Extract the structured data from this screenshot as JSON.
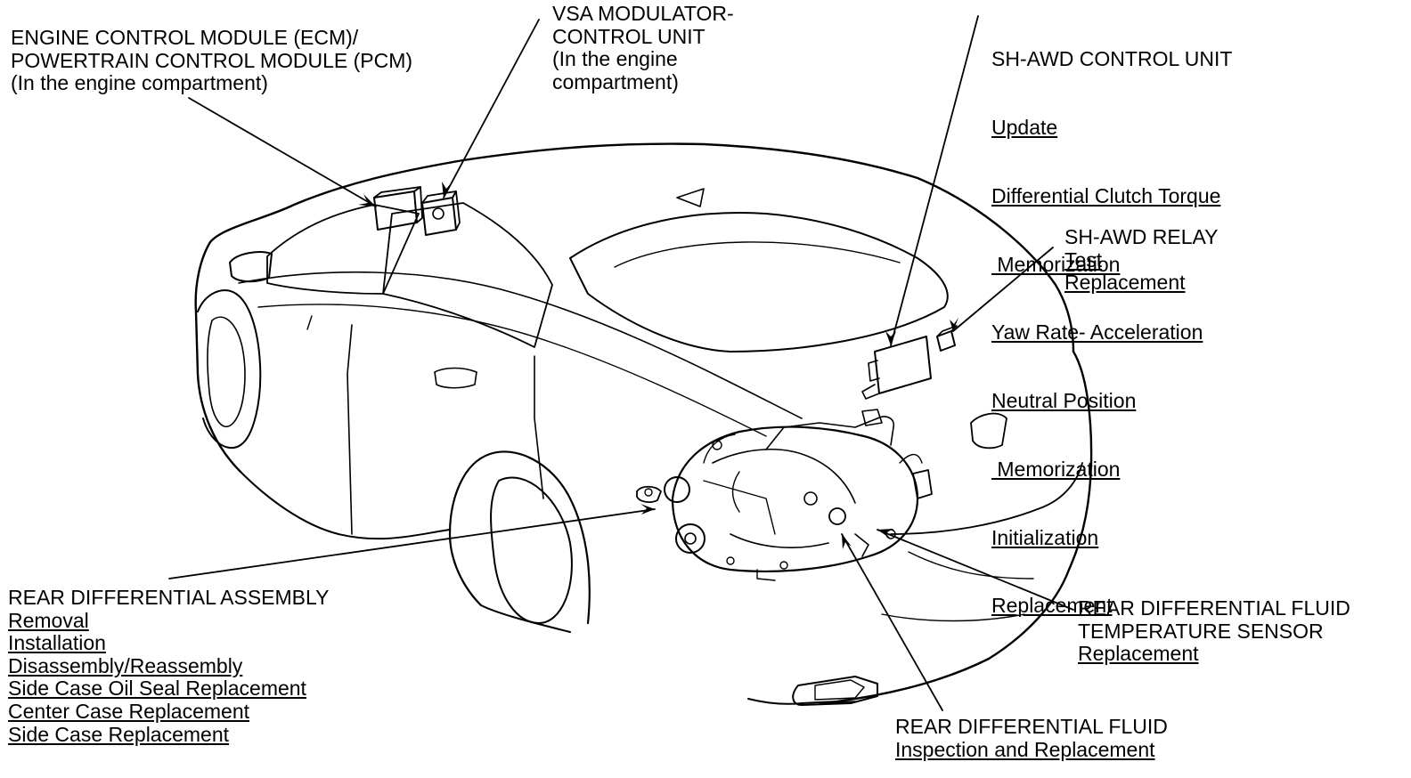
{
  "diagram": {
    "ink_color": "#000000",
    "background_color": "#ffffff",
    "components": [
      "engine-control-module-icon",
      "vsa-modulator-icon",
      "sh-awd-control-unit-icon",
      "sh-awd-relay-icon",
      "rear-differential-assembly-icon"
    ]
  },
  "callouts": {
    "ecm": {
      "title_line1": "ENGINE CONTROL MODULE (ECM)/",
      "title_line2": "POWERTRAIN CONTROL MODULE (PCM)",
      "note": "(In the engine compartment)"
    },
    "vsa": {
      "title_line1": "VSA MODULATOR-",
      "title_line2": "CONTROL UNIT",
      "note_line1": "(In the engine",
      "note_line2": "compartment)"
    },
    "sh_awd_control_unit": {
      "title": "SH-AWD CONTROL UNIT",
      "links": [
        "Update",
        "Differential Clutch Torque",
        " Memorization",
        "Yaw Rate- Acceleration",
        "Neutral Position",
        " Memorization",
        "Initialization",
        "Replacement"
      ]
    },
    "sh_awd_relay": {
      "title": "SH-AWD RELAY",
      "links": [
        "Test",
        "Replacement"
      ]
    },
    "rear_differential_assembly": {
      "title": "REAR DIFFERENTIAL ASSEMBLY",
      "links": [
        "Removal",
        "Installation",
        "Disassembly/Reassembly",
        "Side Case Oil Seal Replacement",
        "Center Case Replacement",
        "Side Case Replacement"
      ]
    },
    "fluid_temp_sensor": {
      "title_line1": "REAR DIFFERENTIAL FLUID",
      "title_line2": "TEMPERATURE SENSOR",
      "links": [
        "Replacement"
      ]
    },
    "rear_differential_fluid": {
      "title": "REAR DIFFERENTIAL FLUID",
      "links": [
        "Inspection and Replacement"
      ]
    }
  }
}
